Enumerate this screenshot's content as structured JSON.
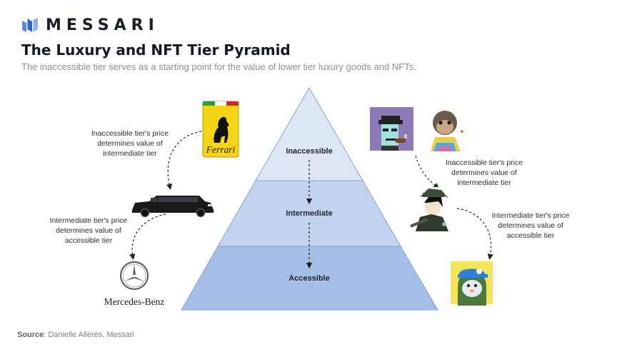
{
  "header": {
    "brand": "MESSARI",
    "title": "The Luxury and NFT Tier Pyramid",
    "subtitle": "The inaccessible tier serves as a starting point for the value of lower tier luxury goods and NFTs."
  },
  "pyramid": {
    "tiers": [
      {
        "label": "Inaccessible",
        "color": "#dde6f5"
      },
      {
        "label": "Intermediate",
        "color": "#c2d3ef"
      },
      {
        "label": "Accessible",
        "color": "#a6bfe6"
      }
    ],
    "outline_color": "#8aa2c9"
  },
  "left_notes": {
    "note1": [
      "Inaccessible tier's price",
      "determines value of",
      "intermediate tier"
    ],
    "note2": [
      "Intermediate tier's price",
      "determines value of",
      "accessible tier"
    ],
    "ferrari_text": "Ferrari",
    "mercedes_text": "Mercedes-Benz"
  },
  "right_notes": {
    "note1": [
      "Inaccessible tier's price",
      "determines value of",
      "intermediate tier"
    ],
    "note2": [
      "Intermediate tier's price",
      "determines value of",
      "accessible tier"
    ]
  },
  "icons": {
    "brand": "messari-logo-icon",
    "ferrari": "ferrari-logo-icon",
    "limo": "limousine-icon",
    "mercedes": "mercedes-star-icon",
    "cryptopunk": "cryptopunk-nft-icon",
    "ape": "bored-ape-nft-icon",
    "azuki": "azuki-nft-icon",
    "penguin": "pudgy-penguin-nft-icon"
  },
  "source": {
    "label": "Source",
    "text": ": Danielle Allérès, Messari"
  }
}
